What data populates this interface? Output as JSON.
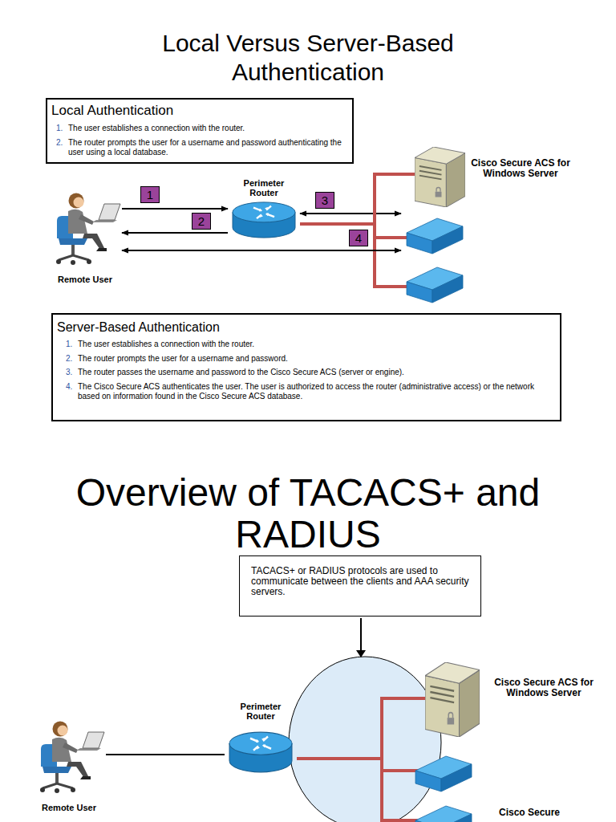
{
  "diagram": {
    "title": "Local Versus Server-Based Authentication",
    "nodes": [
      {
        "text": [
          "Local Authentication",
          "1.",
          "The user establishes a connection with the router.",
          "2.",
          "The router prompts the user for a username and password authenticating the user using a local database."
        ]
      },
      {
        "text": [
          "Remote User"
        ]
      },
      {
        "text": [
          "Perimeter Router"
        ]
      },
      {
        "text": [
          "Cisco Secure ACS for Windows Server"
        ]
      },
      {
        "text": [
          "Server-Based Authentication",
          "1.",
          "The user establishes a connection with the router.",
          "2.",
          "The router prompts the user for a username and password.",
          "3.",
          "The router passes the username and password to the Cisco Secure ACS (server or engine).",
          "4.",
          "The Cisco Secure ACS authenticates the user. The user is authorized to access the router (administrative access) or the network based on information found in the Cisco Secure ACS database."
        ]
      },
      {
        "text": [
          "TACACS+ or RADIUS protocols are used to communicate between the clients and AAA security servers."
        ]
      },
      {
        "text": [
          "Remote User"
        ]
      },
      {
        "text": [
          "Perimeter Router"
        ]
      },
      {
        "text": [
          "Cisco Secure ACS for Windows Server"
        ]
      }
    ],
    "edges": [
      {
        "from": 1,
        "to": 2,
        "arrow": "to",
        "label": "1"
      },
      {
        "from": 2,
        "to": 1,
        "arrow": "to",
        "label": "2"
      },
      {
        "from": 2,
        "to": 3,
        "arrow": "both",
        "label": "3"
      },
      {
        "from": 1,
        "to": 3,
        "arrow": "both",
        "label": "4"
      },
      {
        "from": 2,
        "to": 3,
        "arrow": "none"
      },
      {
        "from": 6,
        "to": 7,
        "arrow": "none"
      },
      {
        "from": 7,
        "to": 8,
        "arrow": "none"
      }
    ],
    "labels": [
      "Overview of TACACS+ and RADIUS",
      "Cisco Secure"
    ]
  }
}
